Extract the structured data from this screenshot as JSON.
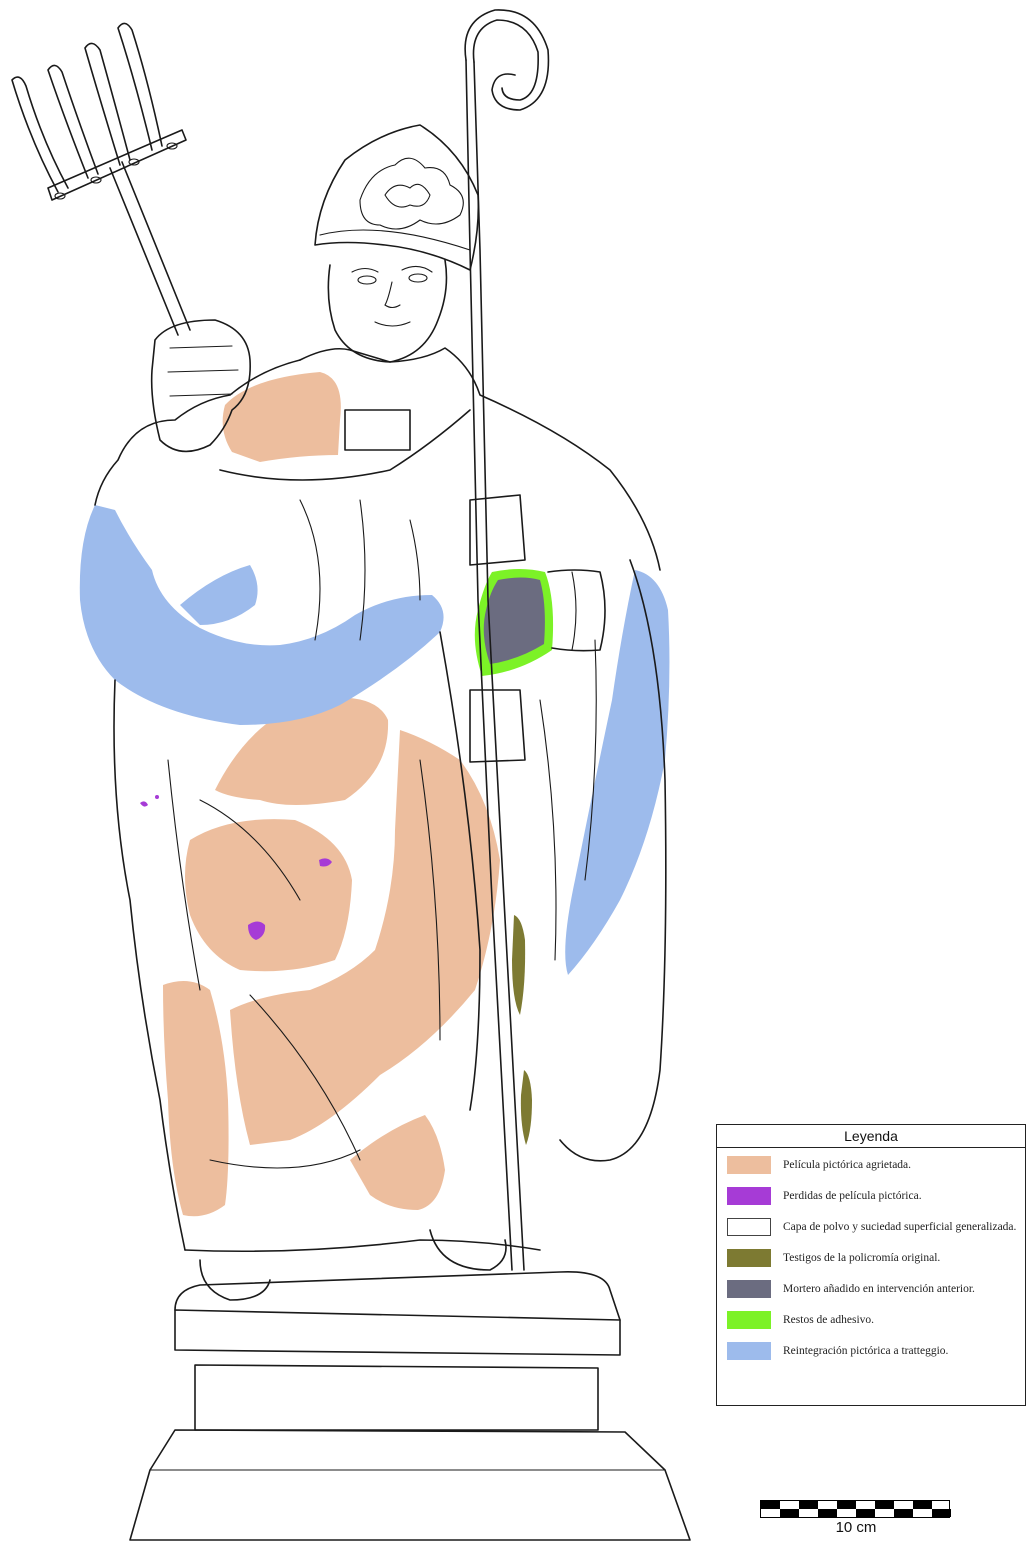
{
  "legend": {
    "title": "Leyenda",
    "items": [
      {
        "label": "Película pictórica agrietada.",
        "color": "#EDBE9E",
        "name": "cracked-paint"
      },
      {
        "label": "Perdidas de película pictórica.",
        "color": "#A63BD6",
        "name": "paint-loss"
      },
      {
        "label": "Capa de polvo y suciedad superficial generalizada.",
        "color": "#FFFFFF",
        "name": "dust-layer"
      },
      {
        "label": "Testigos de la policromía original.",
        "color": "#7D7A32",
        "name": "original-polychrome"
      },
      {
        "label": "Mortero añadido en intervención anterior.",
        "color": "#6B6C80",
        "name": "added-mortar"
      },
      {
        "label": "Restos de adhesivo.",
        "color": "#7CF227",
        "name": "adhesive-remains"
      },
      {
        "label": "Reintegración pictórica a tratteggio.",
        "color": "#9DBBEC",
        "name": "tratteggio"
      }
    ]
  },
  "scale": {
    "label": "10 cm"
  }
}
